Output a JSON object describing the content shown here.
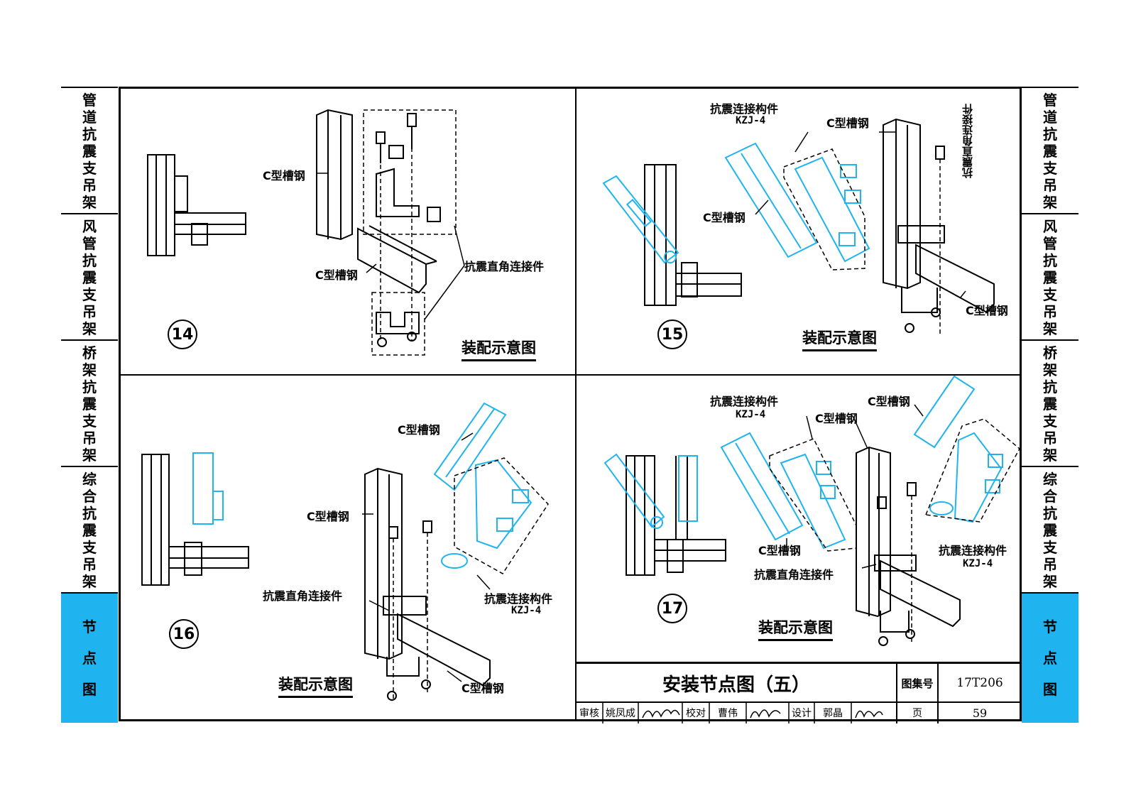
{
  "side_tabs": [
    {
      "label": "管道抗震支吊架",
      "active": false
    },
    {
      "label": "风管抗震支吊架",
      "active": false
    },
    {
      "label": "桥架抗震支吊架",
      "active": false
    },
    {
      "label": "综合抗震支吊架",
      "active": false
    },
    {
      "label": "节点图",
      "active": true
    }
  ],
  "active_color": "#1fb4ef",
  "panels": {
    "p14": {
      "number": "14",
      "caption": "装配示意图",
      "channel_top": "C型槽钢",
      "channel_bottom": "C型槽钢",
      "connector": "抗震直角连接件"
    },
    "p15": {
      "number": "15",
      "caption": "装配示意图",
      "kzj_label": "抗震连接构件",
      "kzj_code": "KZJ-4",
      "channel_a": "C型槽钢",
      "channel_b": "C型槽钢",
      "channel_c": "C型槽钢",
      "vertical_label": "抗震直角连接件"
    },
    "p16": {
      "number": "16",
      "caption": "装配示意图",
      "channel_top": "C型槽钢",
      "channel_mid": "C型槽钢",
      "channel_bottom": "C型槽钢",
      "connector": "抗震直角连接件",
      "kzj_label": "抗震连接构件",
      "kzj_code": "KZJ-4"
    },
    "p17": {
      "number": "17",
      "caption": "装配示意图",
      "kzj_label_left": "抗震连接构件",
      "kzj_code_left": "KZJ-4",
      "channel_a": "C型槽钢",
      "channel_b": "C型槽钢",
      "channel_c": "C型槽钢",
      "kzj_label_right": "抗震连接构件",
      "kzj_code_right": "KZJ-4",
      "connector": "抗震直角连接件"
    }
  },
  "title_block": {
    "title": "安装节点图（五）",
    "atlas_label": "图集号",
    "atlas_no": "17T206",
    "review_label": "审核",
    "reviewer": "姚凤成",
    "check_label": "校对",
    "checker": "曹伟",
    "design_label": "设计",
    "designer": "郭晶",
    "page_label": "页",
    "page_no": "59"
  }
}
